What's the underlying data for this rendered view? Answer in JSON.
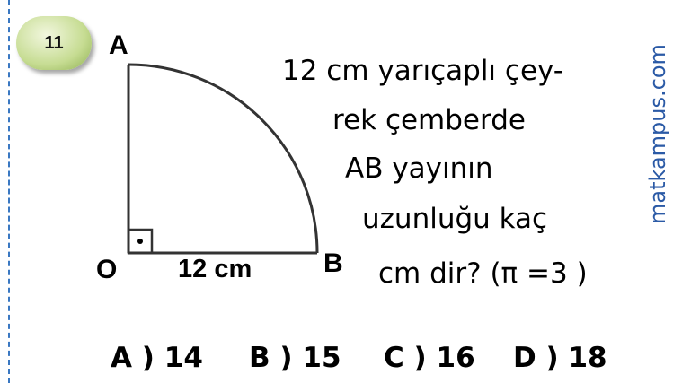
{
  "problem": {
    "number": "11",
    "figure": {
      "vertex_a": "A",
      "vertex_o": "O",
      "vertex_b": "B",
      "radius_label": "12 cm"
    },
    "question_lines": [
      "12 cm yarıçaplı çey-",
      "rek  çemberde",
      "AB yayının",
      "uzunluğu kaç",
      "cm dir? (π =3 )"
    ],
    "choices": [
      "A ) 14",
      "B ) 15",
      "C ) 16",
      "D ) 18"
    ]
  },
  "watermark": "matkampus.com"
}
